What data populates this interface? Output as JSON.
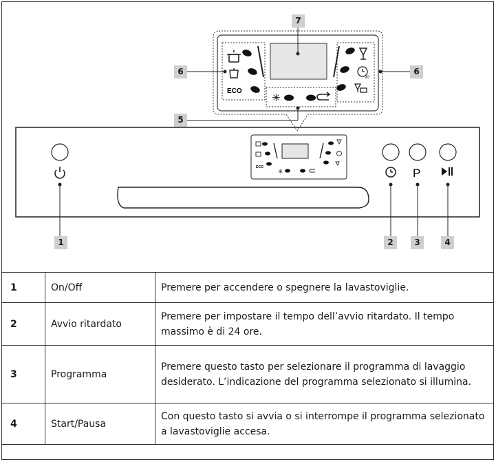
{
  "callouts": [
    "1",
    "2",
    "3",
    "4",
    "5",
    "6",
    "6",
    "7"
  ],
  "panel": {
    "eco_label": "ECO",
    "p_label": "P"
  },
  "legend": [
    {
      "num": "1",
      "name": "On/Off",
      "desc": "Premere per accendere o spegnere la lavastoviglie."
    },
    {
      "num": "2",
      "name": "Avvio ritardato",
      "desc": "Premere per impostare il tempo dell’avvio ritardato. Il tempo massimo è di 24 ore."
    },
    {
      "num": "3",
      "name": "Programma",
      "desc": "Premere questo tasto per selezionare il programma di lavaggio desiderato. L’indicazione del programma selezionato si illumina."
    },
    {
      "num": "4",
      "name": "Start/Pausa",
      "desc": "Con questo tasto si avvia o si interrompe il programma selezionato a lavastoviglie accesa."
    }
  ]
}
